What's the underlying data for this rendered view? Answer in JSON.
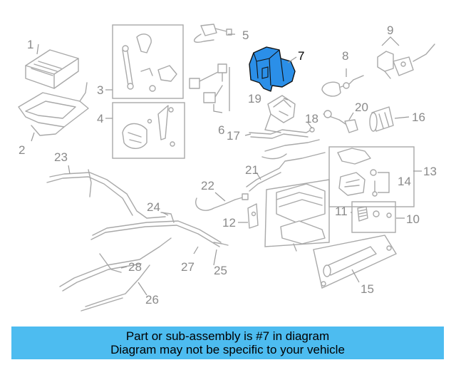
{
  "diagram": {
    "highlighted_part": "7",
    "highlight_color": "#1e90ff",
    "callout_color": "#8a8a8a",
    "callouts": [
      "1",
      "2",
      "3",
      "4",
      "5",
      "6",
      "7",
      "8",
      "9",
      "10",
      "11",
      "12",
      "13",
      "14",
      "15",
      "16",
      "17",
      "18",
      "19",
      "20",
      "21",
      "22",
      "23",
      "24",
      "25",
      "26",
      "27",
      "28"
    ]
  },
  "banner": {
    "line1": "Part or sub-assembly is #7 in diagram",
    "line2": "Diagram may not be specific to your vehicle",
    "background": "#4dbcf0"
  }
}
